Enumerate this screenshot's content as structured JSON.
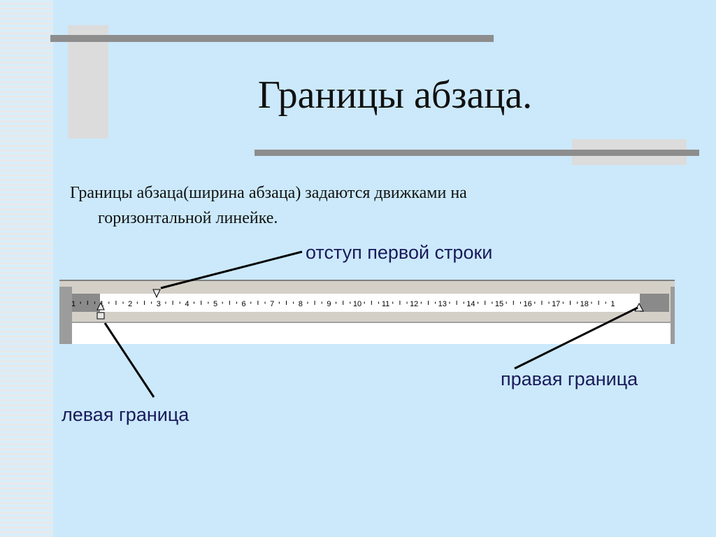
{
  "slide": {
    "title": "Границы абзаца.",
    "body_line1": "Границы абзаца(ширина абзаца) задаются движками на",
    "body_line2": "горизонтальной линейке."
  },
  "labels": {
    "first_line_indent": "отступ первой строки",
    "right_boundary": "правая граница",
    "left_boundary": "левая граница"
  },
  "ruler": {
    "numbers": [
      "1",
      "1",
      "2",
      "3",
      "4",
      "5",
      "6",
      "7",
      "8",
      "9",
      "10",
      "11",
      "12",
      "13",
      "14",
      "15",
      "16",
      "17",
      "18",
      "1"
    ]
  },
  "colors": {
    "background": "#cbe9fb",
    "label_text": "#1a1a5a",
    "decor_gray": "#8d8d8d"
  }
}
